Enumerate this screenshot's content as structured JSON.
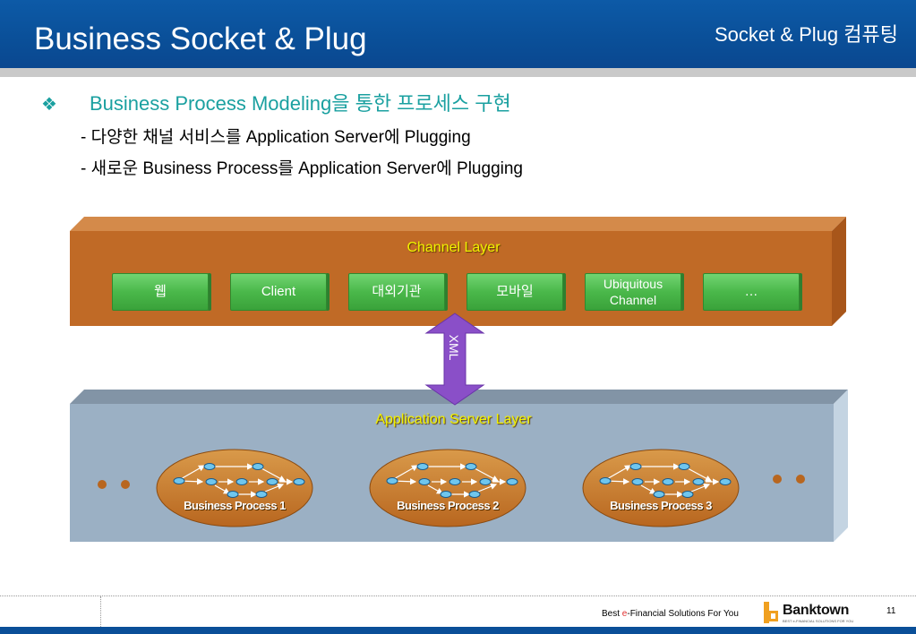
{
  "header": {
    "title": "Business Socket & Plug",
    "subtitle": "Socket & Plug 컴퓨팅"
  },
  "bullet": {
    "icon": "diamond-flower-bullet",
    "text": "Business Process Modeling을 통한 프로세스 구현",
    "sub_items": [
      "- 다양한 채널 서비스를 Application Server에 Plugging",
      "- 새로운 Business Process를 Application Server에 Plugging"
    ]
  },
  "diagram": {
    "channel_layer": {
      "label": "Channel Layer",
      "buttons": [
        "웹",
        "Client",
        "대외기관",
        "모바일",
        "Ubiquitous Channel",
        "…"
      ]
    },
    "connector_label": "XML",
    "app_layer": {
      "label": "Application Server Layer",
      "processes": [
        "Business Process 1",
        "Business Process 2",
        "Business Process 3"
      ]
    }
  },
  "footer": {
    "tagline_prefix": "Best ",
    "tagline_e": "e",
    "tagline_suffix": "-Financial Solutions For You",
    "logo": "Banktown",
    "logo_sub": "BEST e-FINANCIAL SOLUTIONS FOR YOU",
    "page": "11"
  },
  "colors": {
    "header_blue": "#0a4f98",
    "channel_orange": "#c06a26",
    "app_steel": "#9bb0c4",
    "button_green": "#4ab84a",
    "connector_purple": "#8a4fc8",
    "label_yellow": "#f2f200",
    "bullet_teal": "#1aa0a0"
  }
}
